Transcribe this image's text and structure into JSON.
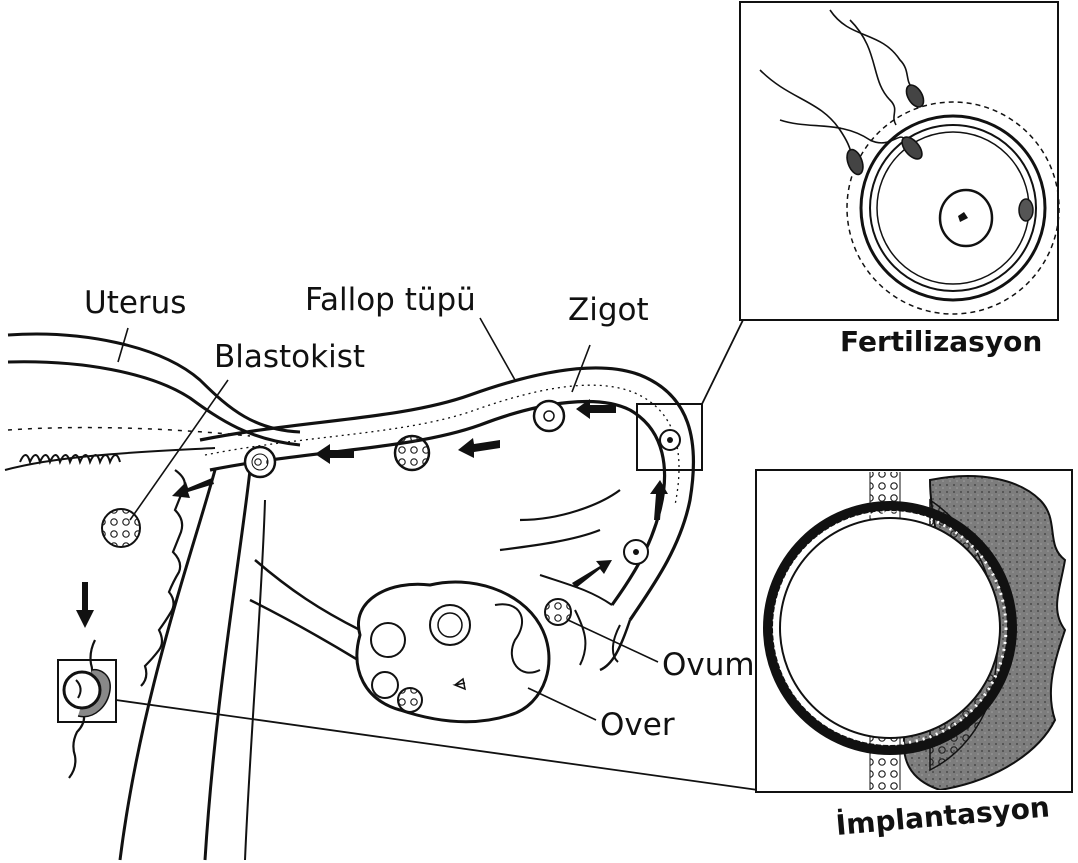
{
  "labels": {
    "uterus": "Uterus",
    "fallop": "Fallop tüpü",
    "zigot": "Zigot",
    "blastokist": "Blastokist",
    "ovum": "Ovum",
    "over": "Over"
  },
  "insets": {
    "fertilization": "Fertilizasyon",
    "implantation": "İmplantasyon"
  },
  "colors": {
    "ink": "#111111",
    "paper": "#ffffff",
    "tissue": "#8a8a8a"
  }
}
